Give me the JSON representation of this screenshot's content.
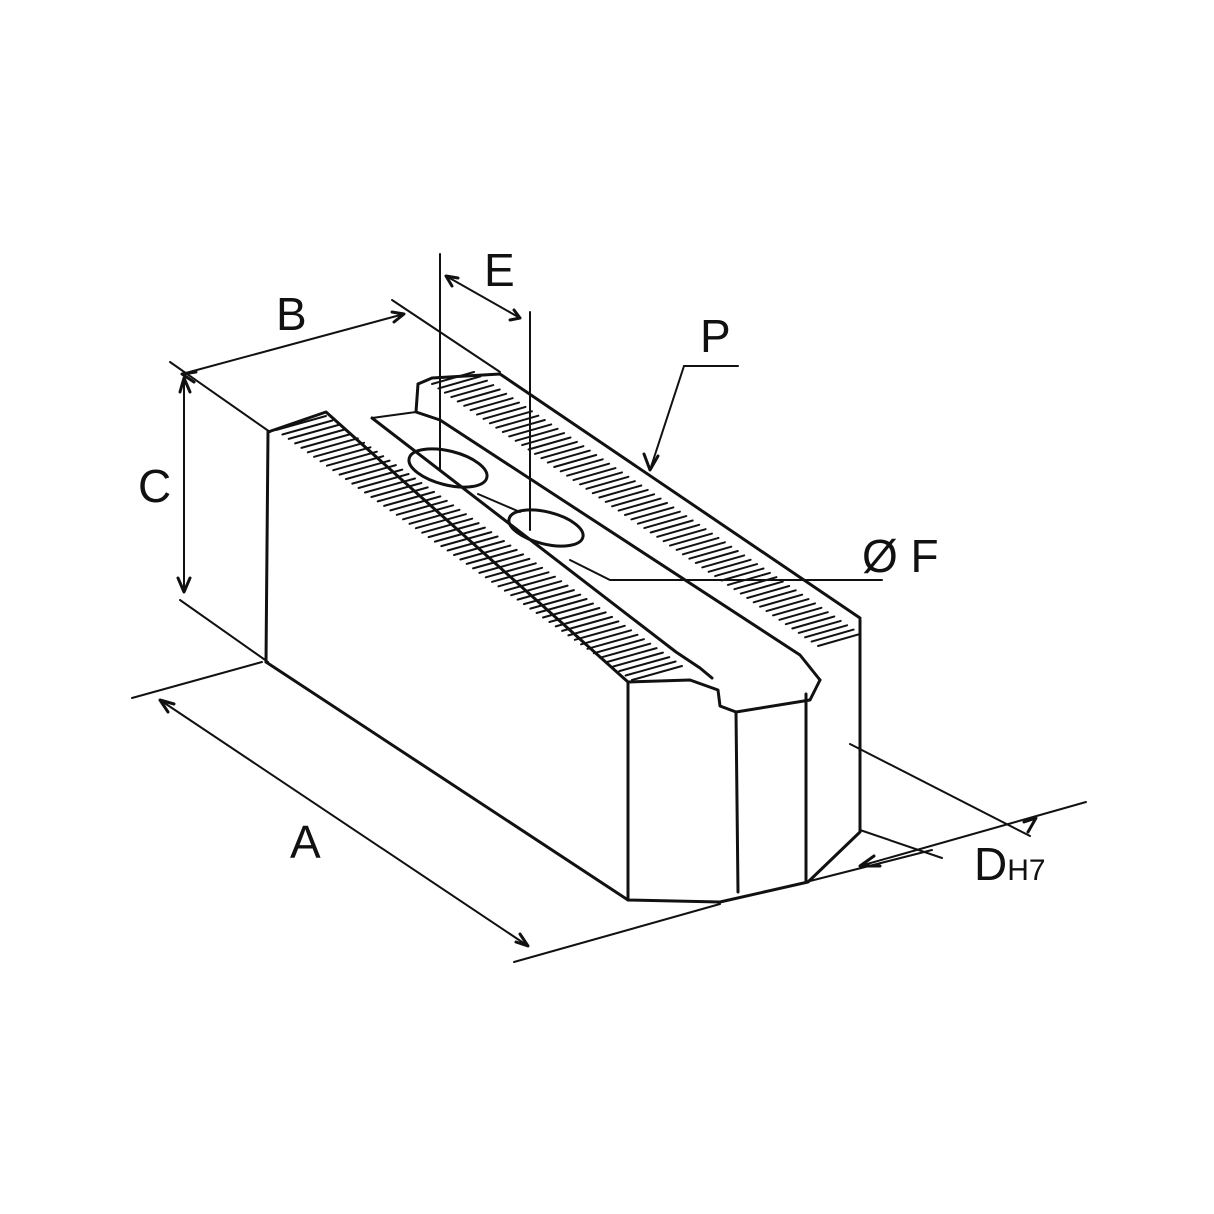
{
  "labels": {
    "a": "A",
    "b": "B",
    "c": "C",
    "d": "D",
    "d_sub": "H7",
    "e": "E",
    "f": "Ø F",
    "p": "P"
  },
  "colors": {
    "ink": "#111111",
    "paper": "#ffffff"
  }
}
